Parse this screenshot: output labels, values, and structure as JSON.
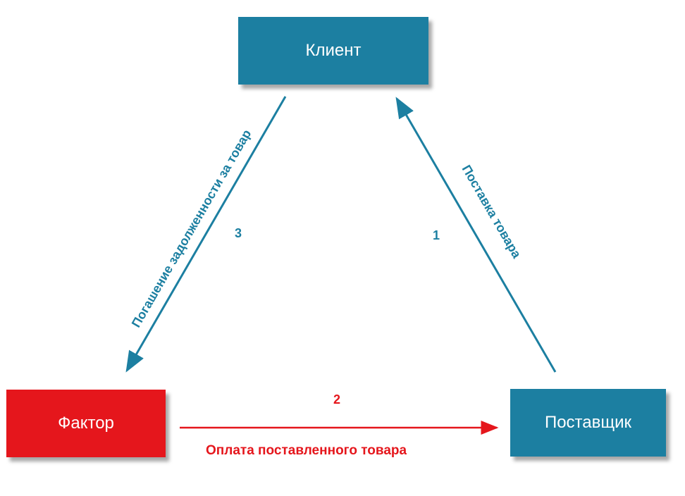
{
  "nodes": {
    "client": "Клиент",
    "factor": "Фактор",
    "supplier": "Поставщик"
  },
  "edges": {
    "delivery": {
      "number": "1",
      "label": "Поставка товара"
    },
    "payment": {
      "number": "2",
      "label": "Оплата поставленного товара"
    },
    "repayment": {
      "number": "3",
      "label": "Погашение задолженности за товар"
    }
  },
  "colors": {
    "blue": "#1c7fa1",
    "red": "#e5161c"
  }
}
